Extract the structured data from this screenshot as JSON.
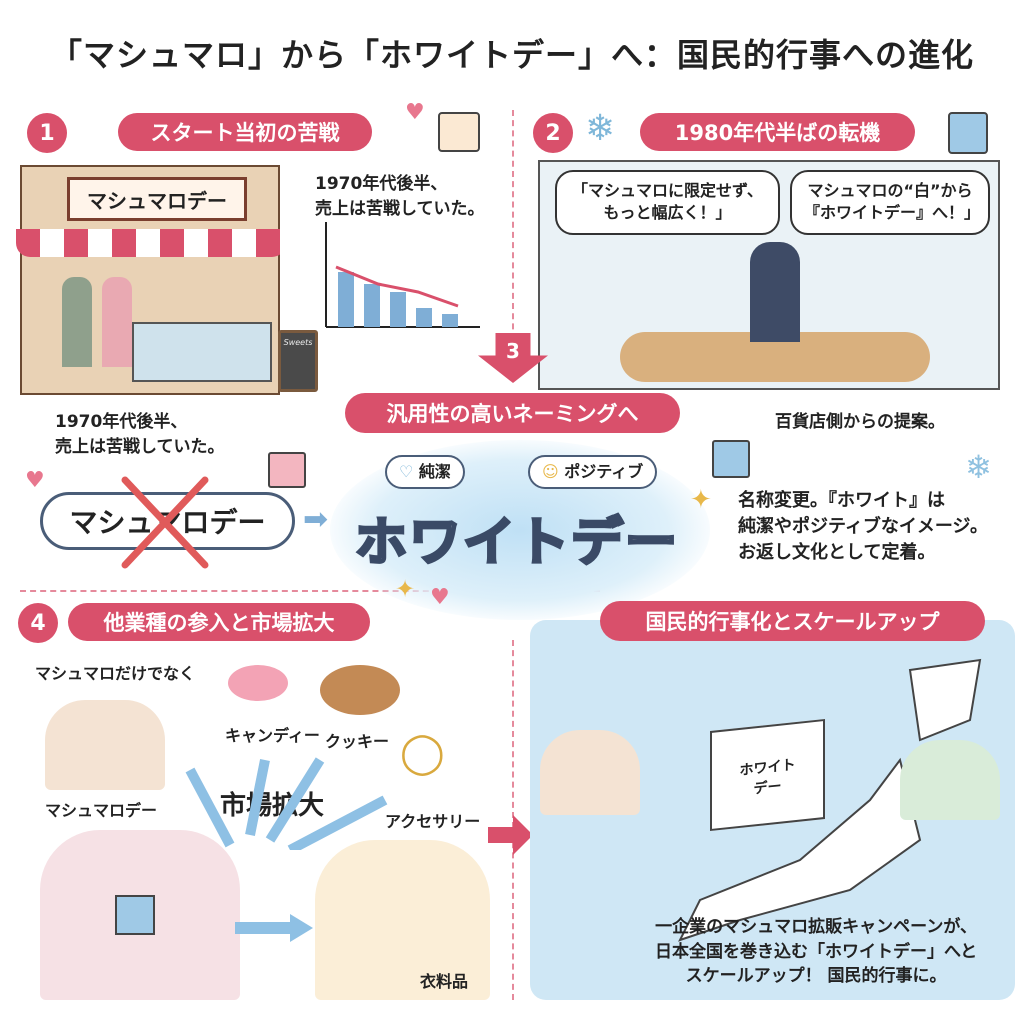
{
  "title": "「マシュマロ」から「ホワイトデー」へ：国民的行事への進化",
  "s1": {
    "num": "1",
    "label": "スタート当初の苦戦",
    "shop_sign": "マシュマロデー",
    "chart_note": "1970年代後半、\n売上は苦戦していた。",
    "caption": "1970年代後半、\n売上は苦戦していた。",
    "board": "Sweets"
  },
  "s2": {
    "num": "2",
    "label": "1980年代半ばの転機",
    "bubble1": "「マシュマロに限定せず、\nもっと幅広く！」",
    "bubble2": "マシュマロの“白”から\n『ホワイトデー』へ！」",
    "caption": "百貨店側からの提案。"
  },
  "s3": {
    "num": "3",
    "label": "汎用性の高いネーミングへ",
    "old_name": "マシュマロデー",
    "new_name": "ホワイトデー",
    "tag1": "純潔",
    "tag2": "ポジティブ",
    "caption": "名称変更。『ホワイト』は\n純潔やポジティブなイメージ。\nお返し文化として定着。"
  },
  "s4": {
    "num": "4",
    "label": "他業種の参入と市場拡大",
    "note": "マシュマロだけでなく",
    "items": [
      "キャンディー",
      "クッキー",
      "アクセサリー",
      "衣料品"
    ],
    "origin": "マシュマロデー",
    "center": "市場拡大"
  },
  "s5": {
    "label": "国民的行事化とスケールアップ",
    "gift_label": "ホワイト\nデー",
    "caption": "一企業のマシュマロ拡販キャンペーンが、\n日本全国を巻き込む「ホワイトデー」へと\nスケールアップ！ 国民的行事に。"
  },
  "colors": {
    "accent": "#d9506b",
    "panel": "#cfe7f5"
  }
}
